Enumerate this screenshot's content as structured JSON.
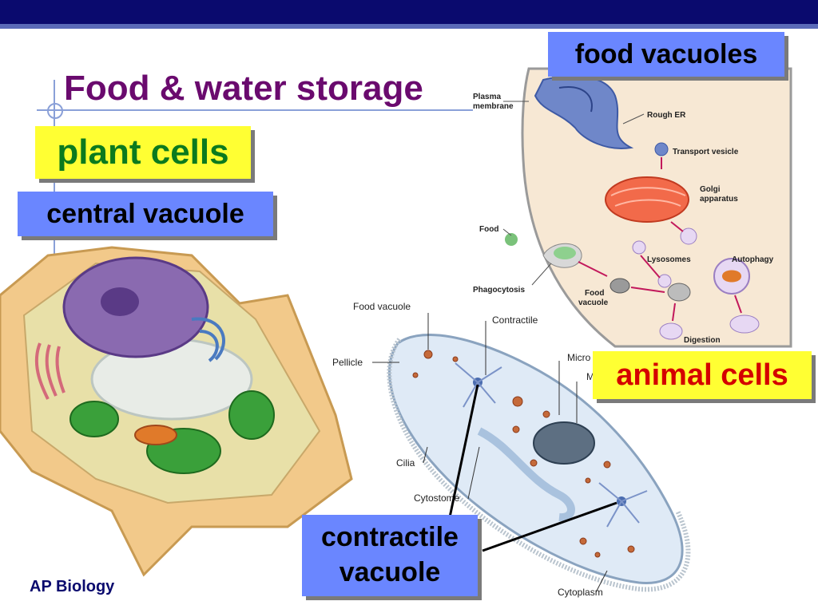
{
  "slide": {
    "title": "Food & water storage",
    "footer": "AP Biology"
  },
  "labels": {
    "plant_cells": "plant cells",
    "central_vacuole": "central vacuole",
    "food_vacuoles": "food vacuoles",
    "animal_cells": "animal cells",
    "contractile_line1": "contractile",
    "contractile_line2": "vacuole"
  },
  "diagram_top": {
    "plasma_membrane_1": "Plasma",
    "plasma_membrane_2": "membrane",
    "rough_er": "Rough ER",
    "transport_vesicle": "Transport vesicle",
    "golgi_1": "Golgi",
    "golgi_2": "apparatus",
    "food": "Food",
    "lysosomes": "Lysosomes",
    "autophagy": "Autophagy",
    "phagocytosis": "Phagocytosis",
    "food_vacuole_1": "Food",
    "food_vacuole_2": "vacuole",
    "digestion": "Digestion"
  },
  "diagram_paramecium": {
    "food_vacuole": "Food vacuole",
    "contractile": "Contractile",
    "pellicle": "Pellicle",
    "micro": "Micro",
    "m": "M",
    "cilia": "Cilia",
    "cytostome": "Cytostome",
    "cytoplasm": "Cytoplasm"
  },
  "colors": {
    "header_bar": "#0a0a6e",
    "title": "#6a0a6e",
    "yellow_label": "#ffff33",
    "blue_label": "#6a86ff",
    "plant_text": "#0b7a1e",
    "animal_text": "#d40000"
  }
}
